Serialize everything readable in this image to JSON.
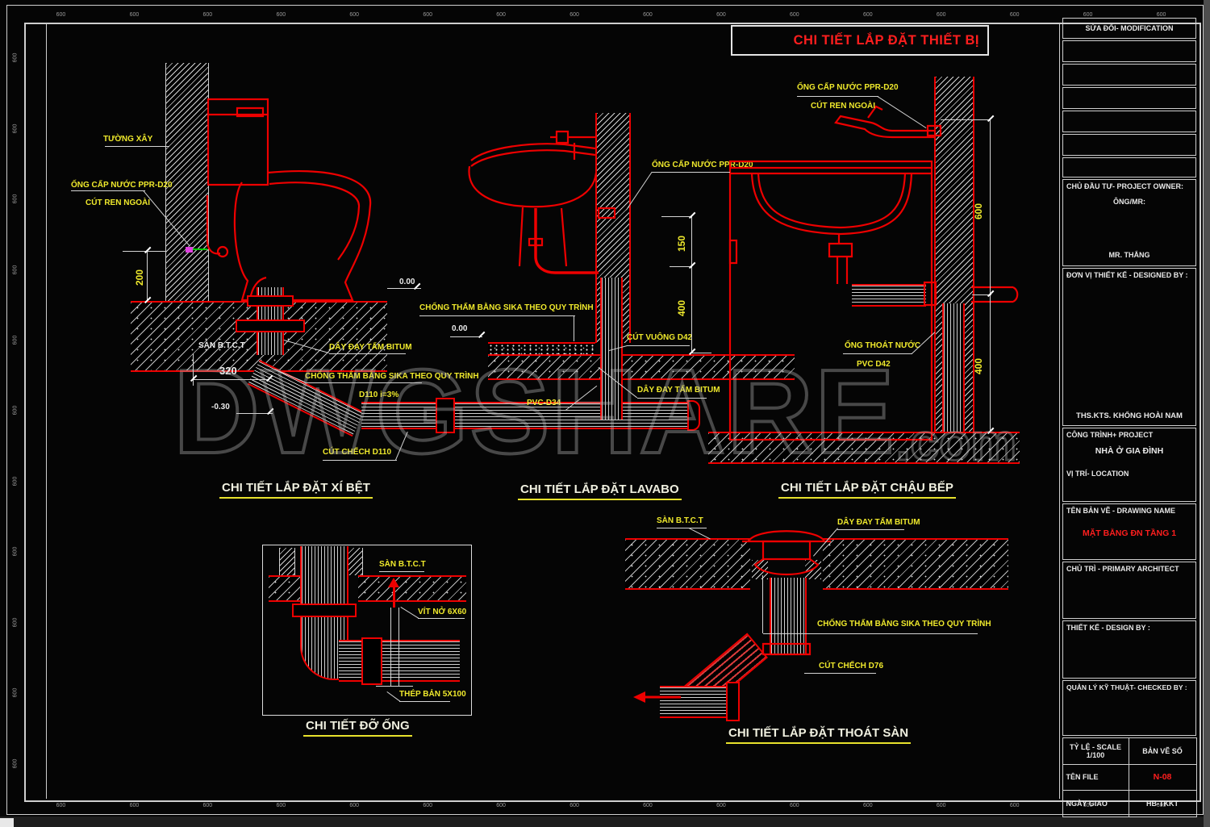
{
  "sheet": {
    "title": "CHI TIẾT LẮP ĐẶT THIẾT BỊ"
  },
  "watermark": {
    "main": "DWGSHARE",
    "suffix": ".com"
  },
  "ruler": {
    "mark": "600"
  },
  "details": {
    "toilet": {
      "title": "CHI TIẾT LẮP ĐẶT XÍ BỆT",
      "labels": {
        "wall": "TƯỜNG XÂY",
        "supply": "ỐNG CẤP NƯỚC PPR-D20",
        "coupling": "CÚT REN NGOÀI",
        "dim200": "200",
        "slab": "SÀN B.T.C.T",
        "dim320": "320",
        "level0": "0.00",
        "bitum": "DÂY ĐAY TẤM BITUM",
        "sika": "CHỐNG THẤM BẰNG SIKA THEO QUY TRÌNH",
        "level_neg": "-0.30",
        "slope": "D110 i=3%",
        "elbow": "CÚT CHẾCH D110"
      }
    },
    "lavabo": {
      "title": "CHI TIẾT LẮP ĐẶT LAVABO",
      "labels": {
        "supply": "ỐNG CẤP NƯỚC PPR-D20",
        "dim150": "150",
        "dim400": "400",
        "sika": "CHỐNG THẤM BẰNG SIKA THEO QUY TRÌNH",
        "level0": "0.00",
        "square_fitting": "CÚT VUÔNG D42",
        "bitum": "DÂY ĐAY TẤM BITUM",
        "pvc": "PVC-D34"
      }
    },
    "sink": {
      "title": "CHI TIẾT LẮP ĐẶT CHẬU BẾP",
      "labels": {
        "supply": "ỐNG CẤP NƯỚC PPR-D20",
        "coupling": "CÚT REN NGOÀI",
        "dim600": "600",
        "dim400": "400",
        "drain1": "ỐNG THOÁT NƯỚC",
        "drain2": "PVC D42"
      }
    },
    "support": {
      "title": "CHI TIẾT ĐỠ ỐNG",
      "labels": {
        "slab": "SÀN B.T.C.T",
        "anchor": "VÍT NỞ 6X60",
        "steel": "THÉP BẢN 5X100"
      }
    },
    "floor_drain": {
      "title": "CHI TIẾT LẮP ĐẶT THOÁT SÀN",
      "labels": {
        "slab": "SÀN B.T.C.T",
        "bitum": "DÂY ĐAY TẤM BITUM",
        "sika": "CHỐNG THẤM BẰNG SIKA THEO QUY TRÌNH",
        "elbow": "CÚT CHẾCH D76"
      }
    }
  },
  "title_block": {
    "modification": "SỬA ĐỔI- MODIFICATION",
    "owner_label": "CHỦ ĐẦU TƯ- PROJECT OWNER:",
    "owner_mr": "ÔNG/MR:",
    "owner_name": "MR. THẮNG",
    "designer_label": "ĐƠN VỊ THIẾT KẾ - DESIGNED BY :",
    "designer_name": "THS.KTS. KHỔNG HOÀI NAM",
    "project_label": "CÔNG TRÌNH+ PROJECT",
    "project_name": "NHÀ Ở GIA ĐÌNH",
    "location_label": "VỊ TRÍ- LOCATION",
    "drawing_name_label": "TÊN BẢN VẼ - DRAWING NAME",
    "drawing_name": "MẶT BẰNG ĐN TẦNG 1",
    "architect_label": "CHỦ TRÌ - PRIMARY ARCHITECT",
    "design_by_label": "THIẾT KẾ - DESIGN BY :",
    "checked_label": "QUẢN LÝ KỸ THUẬT- CHECKED BY :",
    "scale_label": "TỶ LỆ - SCALE",
    "scale_value": "1/100",
    "sheet_no_label": "BẢN VẼ SỐ",
    "file_label": "TÊN FILE",
    "sheet_no": "N-08",
    "date_label": "NGÀY GIAO",
    "code": "HB-TKKT"
  },
  "colors": {
    "line_red": "#ee0000",
    "label_yellow": "#efe92c",
    "title_red": "#ff1e1e",
    "frame_white": "#cfcfcf"
  }
}
